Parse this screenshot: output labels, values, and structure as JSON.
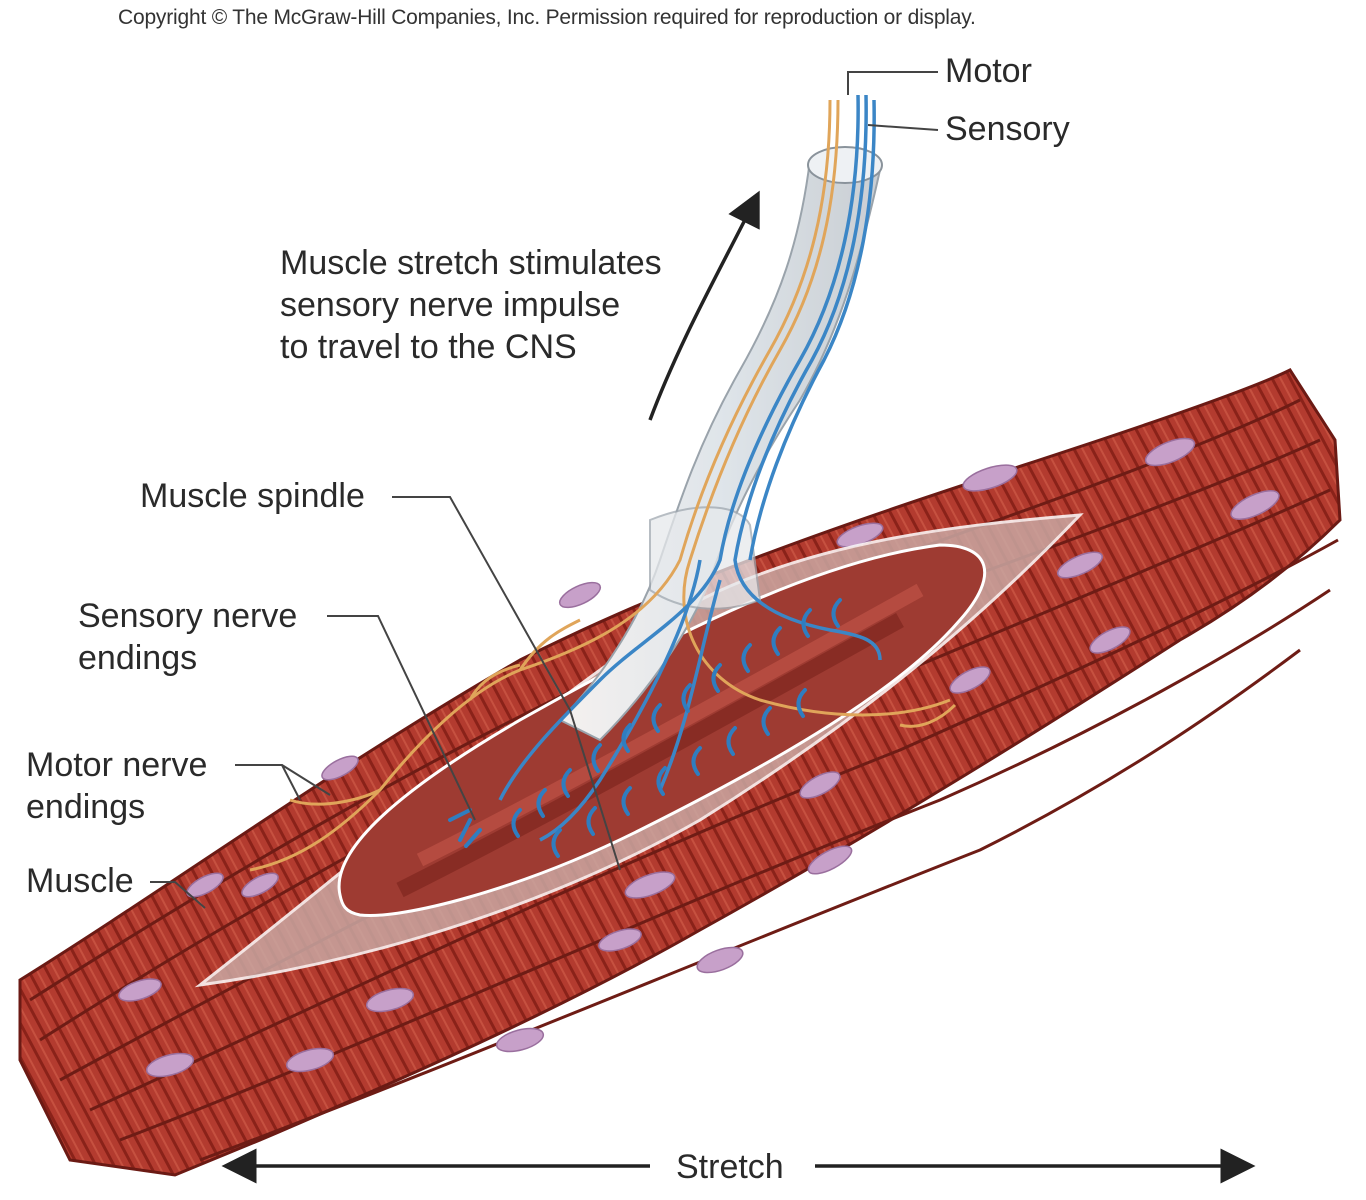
{
  "copyright": "Copyright © The McGraw-Hill Companies, Inc. Permission required for reproduction or display.",
  "labels": {
    "motor": "Motor",
    "sensory": "Sensory",
    "stretch_note": [
      "Muscle stretch stimulates",
      "sensory nerve impulse",
      "to travel to the CNS"
    ],
    "muscle_spindle": "Muscle spindle",
    "sensory_endings": [
      "Sensory nerve",
      "endings"
    ],
    "motor_endings": [
      "Motor nerve",
      "endings"
    ],
    "muscle": "Muscle",
    "stretch": "Stretch"
  },
  "colors": {
    "muscle_fiber": "#b03a2e",
    "muscle_dark": "#7a1f18",
    "nucleus": "#c7a0c9",
    "sensory_nerve": "#3b86c6",
    "motor_nerve": "#e0a55a",
    "spindle_capsule": "#e9dcd7"
  }
}
